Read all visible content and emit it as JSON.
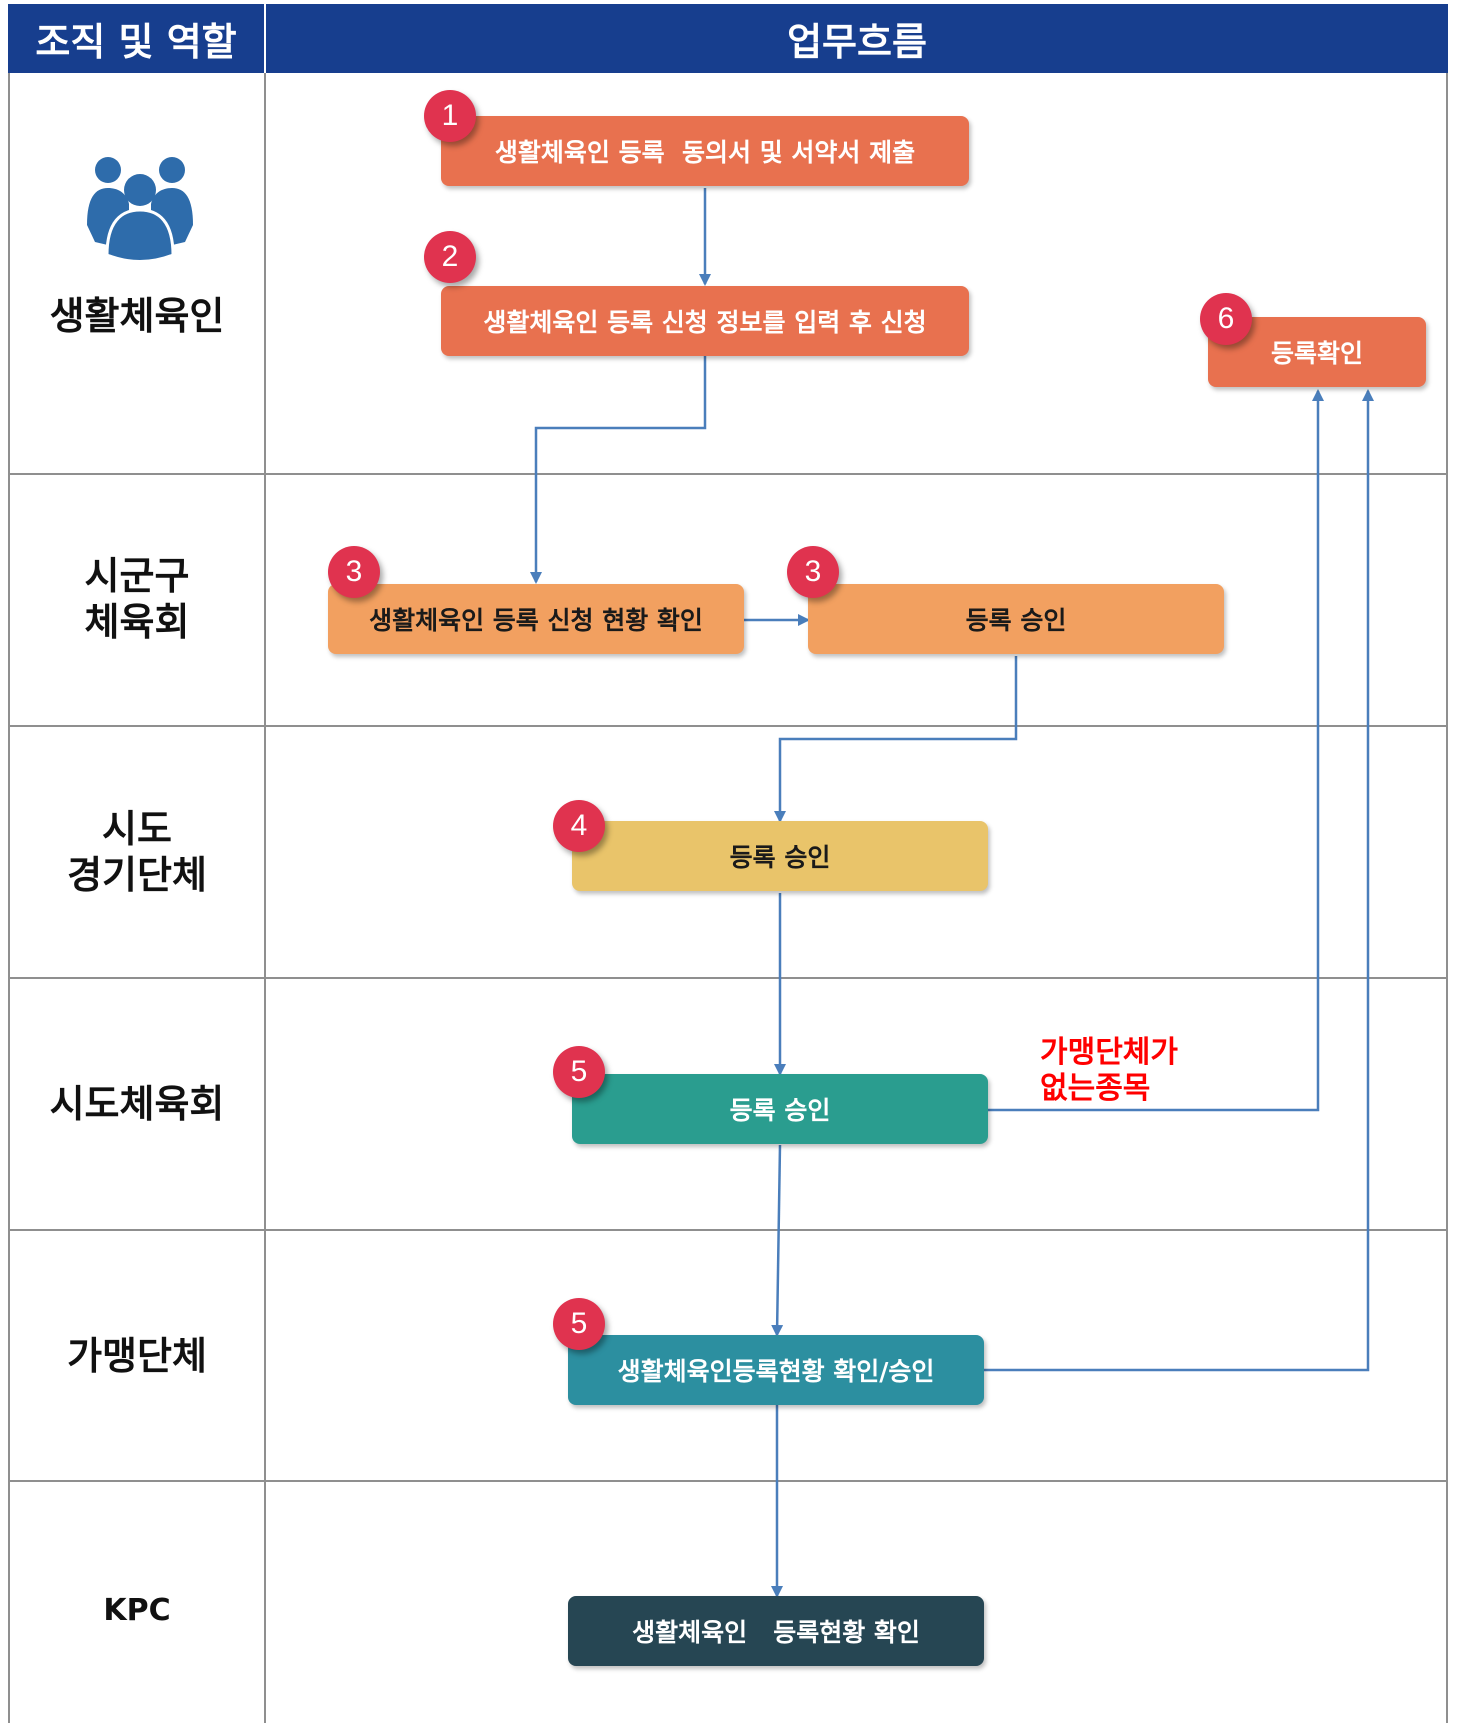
{
  "header": {
    "roles_title": "조직 및 역할",
    "flow_title": "업무흐름"
  },
  "roles": [
    {
      "key": "member",
      "label": "생활체육인"
    },
    {
      "key": "sigungu",
      "label": "시군구\n체육회"
    },
    {
      "key": "sido_assoc",
      "label": "시도\n경기단체"
    },
    {
      "key": "sido_council",
      "label": "시도체육회"
    },
    {
      "key": "federation",
      "label": "가맹단체"
    },
    {
      "key": "kpc",
      "label": "KPC"
    }
  ],
  "steps": {
    "s1": {
      "badge": "1",
      "label": "생활체육인 등록  동의서 및 서약서 제출",
      "color": "#e8714f"
    },
    "s2": {
      "badge": "2",
      "label": "생활체육인 등록 신청 정보를 입력 후 신청",
      "color": "#e8714f"
    },
    "s3a": {
      "badge": "3",
      "label": "생활체육인 등록 신청 현황 확인",
      "color": "#f2a060"
    },
    "s3b": {
      "badge": "3",
      "label": "등록 승인",
      "color": "#f2a060"
    },
    "s4": {
      "badge": "4",
      "label": "등록 승인",
      "color": "#e9c46a"
    },
    "s5a": {
      "badge": "5",
      "label": "등록 승인",
      "color": "#2a9d8f"
    },
    "s5b": {
      "badge": "5",
      "label": "생활체육인등록현황 확인/승인",
      "color": "#2c8fa0"
    },
    "s6": {
      "badge": "6",
      "label": "등록확인",
      "color": "#e8714f"
    },
    "s7": {
      "label": "생활체육인   등록현황 확인",
      "color": "#264653"
    }
  },
  "note": {
    "text": "가맹단체가\n없는종목",
    "color": "#ff0000"
  },
  "colors": {
    "header": "#173e8e",
    "badge": "#e0334f",
    "arrow": "#4a7ebb",
    "person_icon": "#2e6cab"
  },
  "icons": {
    "people": "people-group-icon"
  }
}
